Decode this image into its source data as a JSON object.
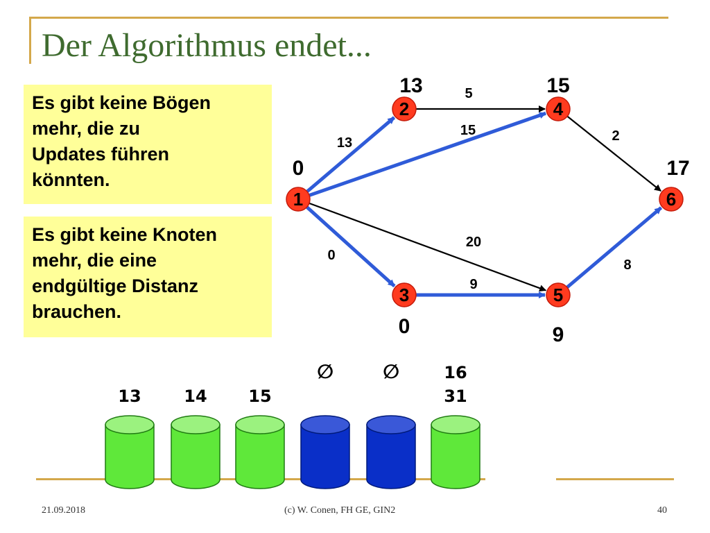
{
  "slide": {
    "title": "Der Algorithmus endet...",
    "note_top": "Es gibt keine Bögen\nmehr, die zu\nUpdates führen\nkönnten.",
    "note_bottom": "Es gibt keine Knoten\nmehr, die eine\nendgültige Distanz\nbrauchen.",
    "footer_date": "21.09.2018",
    "footer_center": "(c) W. Conen, FH GE, GIN2",
    "footer_page": "40"
  },
  "graph": {
    "nodes": [
      {
        "id": "1",
        "distance": "0"
      },
      {
        "id": "2",
        "distance": "13"
      },
      {
        "id": "3",
        "distance": "0"
      },
      {
        "id": "4",
        "distance": "15"
      },
      {
        "id": "5",
        "distance": "9"
      },
      {
        "id": "6",
        "distance": "17"
      }
    ],
    "edges": [
      {
        "from": "1",
        "to": "2",
        "weight": "13",
        "tree": true
      },
      {
        "from": "1",
        "to": "4",
        "weight": "15",
        "tree": true
      },
      {
        "from": "1",
        "to": "3",
        "weight": "0",
        "tree": true
      },
      {
        "from": "1",
        "to": "5",
        "weight": "20",
        "tree": false
      },
      {
        "from": "2",
        "to": "4",
        "weight": "5",
        "tree": false
      },
      {
        "from": "3",
        "to": "5",
        "weight": "9",
        "tree": true
      },
      {
        "from": "4",
        "to": "6",
        "weight": "2",
        "tree": false
      },
      {
        "from": "5",
        "to": "6",
        "weight": "8",
        "tree": true
      }
    ]
  },
  "buckets": [
    {
      "labels": [
        "13"
      ],
      "state": "full"
    },
    {
      "labels": [
        "14"
      ],
      "state": "full"
    },
    {
      "labels": [
        "15"
      ],
      "state": "full"
    },
    {
      "labels": [
        "∅"
      ],
      "state": "empty"
    },
    {
      "labels": [
        "∅"
      ],
      "state": "empty"
    },
    {
      "labels": [
        "16",
        "31"
      ],
      "state": "full"
    }
  ],
  "colors": {
    "title": "#3f6b2f",
    "accent_line": "#d4a84b",
    "note_bg": "#ffff99",
    "node_fill": "#ff3b1f",
    "tree_edge": "#2f5bd8",
    "plain_edge": "#000000",
    "bucket_full": "#5fe83a",
    "bucket_empty": "#0a2fc8"
  }
}
